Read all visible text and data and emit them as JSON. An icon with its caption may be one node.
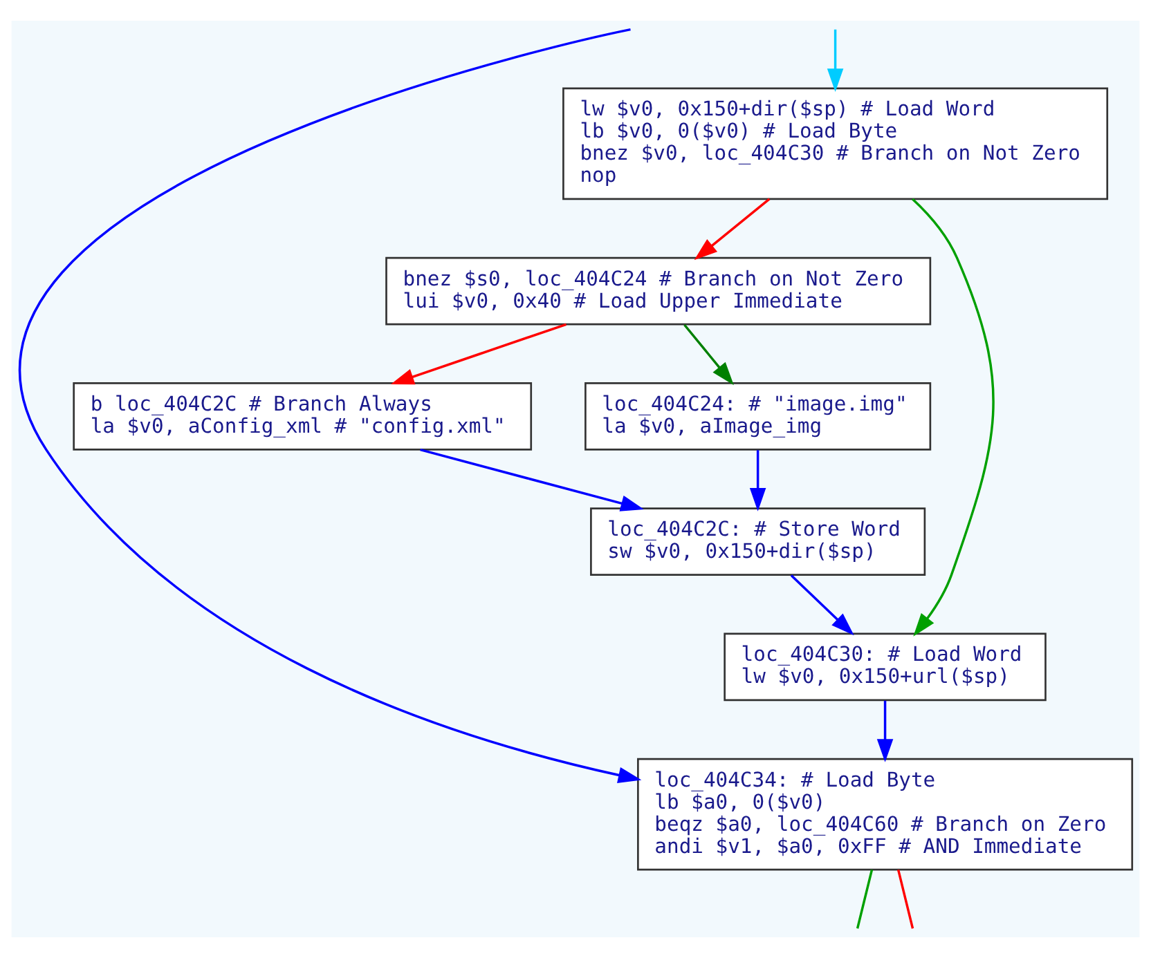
{
  "diagram": {
    "nodes": [
      {
        "text": [
          "lw $v0, 0x150+dir($sp) # Load Word",
          "lb $v0, 0($v0) # Load Byte",
          "bnez $v0, loc_404C30 # Branch on Not Zero",
          "nop"
        ]
      },
      {
        "text": [
          "bnez $s0, loc_404C24 # Branch on Not Zero",
          "lui $v0, 0x40 # Load Upper Immediate"
        ]
      },
      {
        "text": [
          "b loc_404C2C # Branch Always",
          "la $v0, aConfig_xml # \"config.xml\""
        ]
      },
      {
        "text": [
          "loc_404C24: # \"image.img\"",
          "la $v0, aImage_img"
        ]
      },
      {
        "text": [
          "loc_404C2C: # Store Word",
          "sw $v0, 0x150+dir($sp)"
        ]
      },
      {
        "text": [
          "loc_404C30: # Load Word",
          "lw $v0, 0x150+url($sp)"
        ]
      },
      {
        "text": [
          "loc_404C34: # Load Byte",
          "lb $a0, 0($v0)",
          "beqz $a0, loc_404C60 # Branch on Zero",
          "andi $v1, $a0, 0xFF # AND Immediate"
        ]
      }
    ],
    "edges": [
      {
        "from": null,
        "to": 0,
        "arrow": "to",
        "color": "#00ccff"
      },
      {
        "from": 0,
        "to": 1,
        "arrow": "to",
        "color": "#ff0000"
      },
      {
        "from": 0,
        "to": 5,
        "arrow": "to",
        "color": "#00a000"
      },
      {
        "from": 1,
        "to": 2,
        "arrow": "to",
        "color": "#ff0000"
      },
      {
        "from": 1,
        "to": 3,
        "arrow": "to",
        "color": "#008000"
      },
      {
        "from": 2,
        "to": 4,
        "arrow": "to"
      },
      {
        "from": 3,
        "to": 4,
        "arrow": "to"
      },
      {
        "from": 4,
        "to": 5,
        "arrow": "to"
      },
      {
        "from": 5,
        "to": 6,
        "arrow": "to"
      },
      {
        "from": null,
        "to": 6,
        "arrow": "to"
      },
      {
        "from": 6,
        "to": null,
        "arrow": "none",
        "color": "#00a000"
      },
      {
        "from": 6,
        "to": null,
        "arrow": "none",
        "color": "#ff0000"
      }
    ]
  }
}
